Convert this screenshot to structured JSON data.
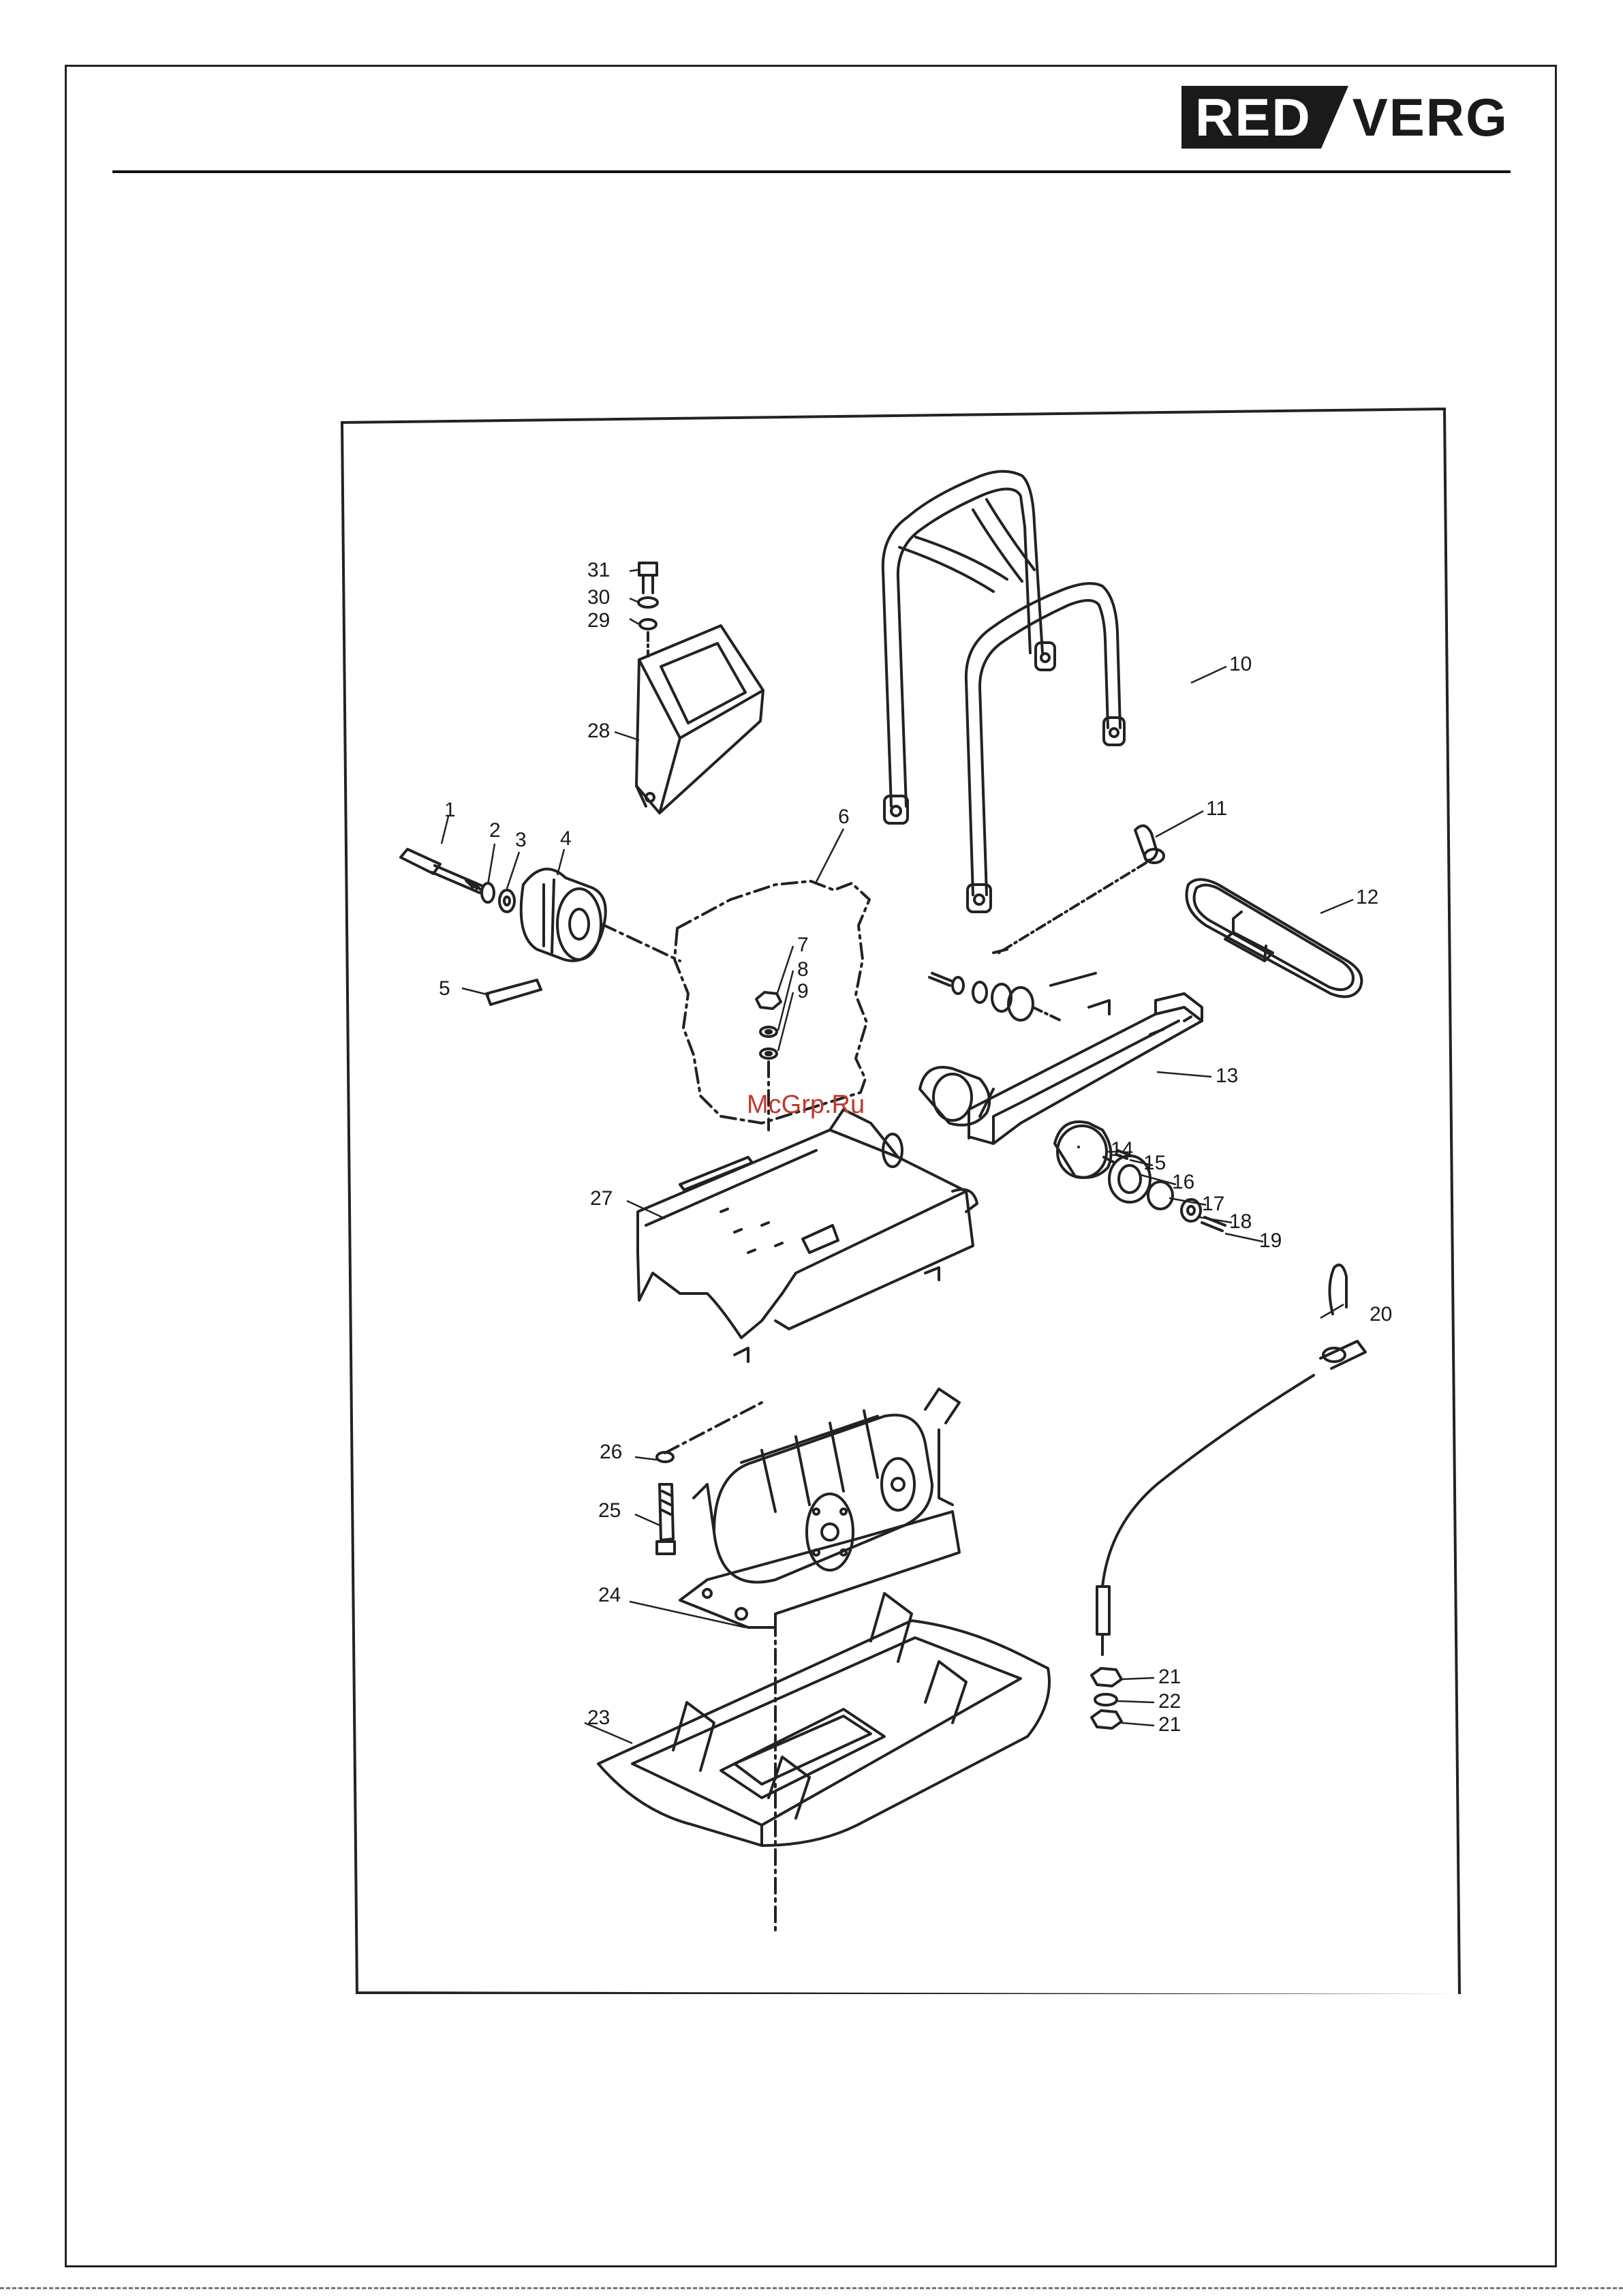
{
  "logo": {
    "part1": "RED",
    "part2": "VERG"
  },
  "watermark": "McGrp.Ru",
  "callouts": [
    "1",
    "2",
    "3",
    "4",
    "5",
    "6",
    "7",
    "8",
    "9",
    "10",
    "11",
    "12",
    "13",
    "14",
    "15",
    "16",
    "17",
    "18",
    "19",
    "20",
    "21",
    "22",
    "21",
    "23",
    "24",
    "25",
    "26",
    "27",
    "28",
    "29",
    "30",
    "31"
  ],
  "colors": {
    "ink": "#1a1a1a",
    "watermark": "#c0392b"
  }
}
